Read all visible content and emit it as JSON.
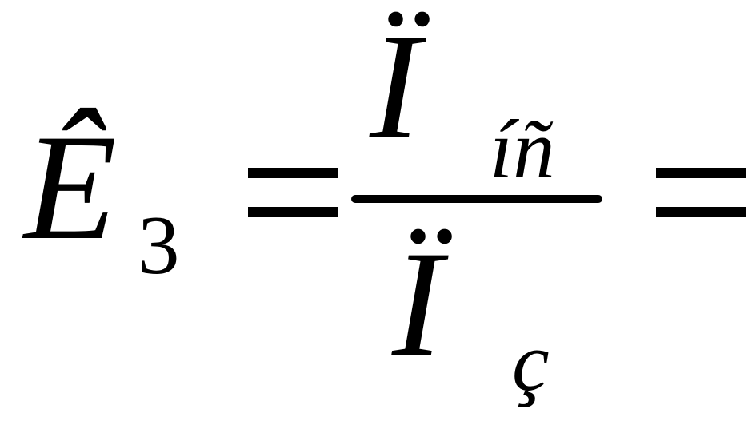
{
  "formula": {
    "lhs": {
      "symbol": "Ê",
      "subscript": "3"
    },
    "equals_sign": "=",
    "numerator": {
      "symbol": "Ï",
      "subscript": "íñ"
    },
    "denominator": {
      "symbol": "Ï",
      "subscript": "ç"
    },
    "trailing_equals_sign": "="
  },
  "colors": {
    "ink": "#000000",
    "background": "#ffffff"
  }
}
